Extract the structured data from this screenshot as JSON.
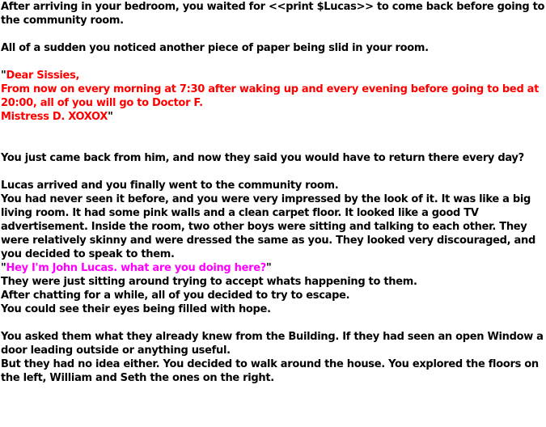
{
  "colors": {
    "text": "#000000",
    "letter": "#ff0000",
    "dialogue": "#ff00ff",
    "background": "#ffffff"
  },
  "story": {
    "p1": "After arriving in your bedroom, you waited for <<print $Lucas>> to come back before going to the community room.",
    "p2": "All of a sudden you noticed another piece of paper being slid in your room.",
    "letter": {
      "open_quote": "\"",
      "salutation": "Dear Sissies,",
      "body": "From now on every morning at 7:30  after waking up and every evening before going to bed at 20:00, all of you will go to Doctor F.",
      "signature": "Mistress D. XOXOX",
      "close_quote": "\""
    },
    "p3": "You just came back from him, and now they said you would have to return there every day?",
    "p4": "Lucas arrived and you finally went to the community room.",
    "p5": "You had never seen it before, and you were very impressed by the look of it. It was like a big living room. It had some pink walls and a clean carpet floor. It looked like a good TV advertisement. Inside the room, two other boys were sitting and talking to each other. They were relatively skinny and were dressed the same as you. They looked very discouraged, and you decided to speak to them.",
    "dialogue": {
      "open_quote": "\"",
      "text": "Hey I'm John Lucas. what are you doing here?",
      "close_quote": "\""
    },
    "p6": "They were just sitting around trying to accept whats happening to them.",
    "p7": "After chatting for a while, all of you decided to try to escape.",
    "p8": "You could see their eyes being filled with hope.",
    "p9": "You asked them what they already knew from the Building. If they had seen an open Window a door leading outside or anything useful.",
    "p10": "But they had no idea either. You decided to walk around the house. You explored the floors on the left, William and Seth the ones on the right."
  }
}
